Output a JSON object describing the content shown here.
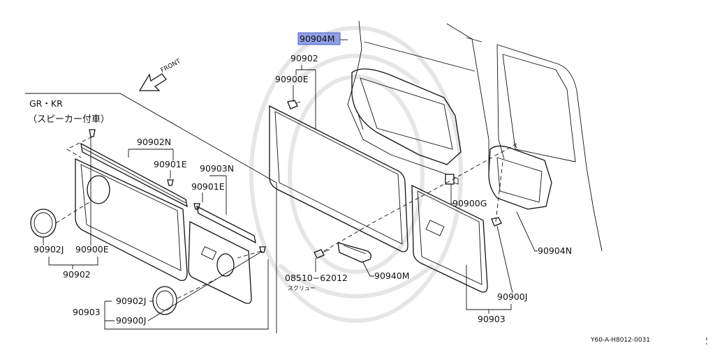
{
  "diagram": {
    "front_label": "FRONT",
    "variant_line1": "GR・KR",
    "variant_line2": "（スピーカー付車）",
    "drawing_code": "Y60-A-H8012-0031",
    "highlight_color": "#8fa0e6",
    "highlighted_label": "90904M",
    "callouts": {
      "p90902_top": "90902",
      "p90900E_top": "90900E",
      "p90900G": "90900G",
      "p90904N": "90904N",
      "p90940M": "90940M",
      "p08510": "08510−62012",
      "screw_note": "スクリュー",
      "p90900J_right": "90900J",
      "p90903_right": "90903",
      "p90902N": "90902N",
      "p90901E_a": "90901E",
      "p90903N": "90903N",
      "p90901E_b": "90901E",
      "p90902J_left": "90902J",
      "p90900E_left": "90900E",
      "p90902_left": "90902",
      "p90902J_bottom": "90902J",
      "p90903_bottom": "90903",
      "p90900J_bottom": "90900J"
    }
  }
}
